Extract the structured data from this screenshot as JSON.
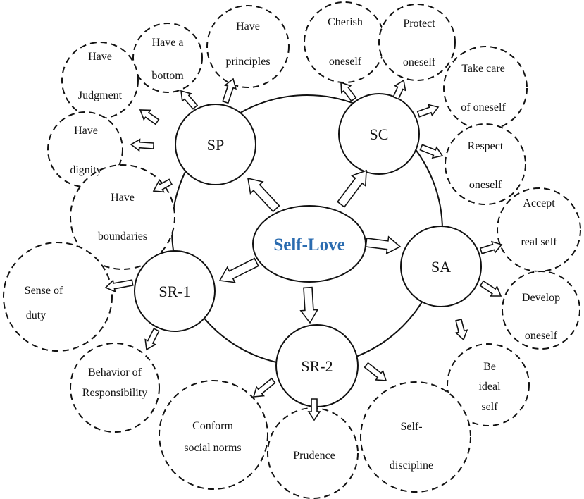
{
  "center": {
    "label": "Self-Love",
    "color": "#2b6cb0"
  },
  "categories": [
    {
      "key": "sp",
      "label": "SP"
    },
    {
      "key": "sc",
      "label": "SC"
    },
    {
      "key": "sa",
      "label": "SA"
    },
    {
      "key": "sr2",
      "label": "SR-2"
    },
    {
      "key": "sr1",
      "label": "SR-1"
    }
  ],
  "leaves": {
    "have_a_bottom": [
      "Have a",
      "bottom"
    ],
    "have_principles": [
      "Have",
      "principles"
    ],
    "have_judgment": [
      "Have",
      "Judgment"
    ],
    "have_dignity": [
      "Have",
      "dignity"
    ],
    "have_boundaries": [
      "Have",
      "boundaries"
    ],
    "cherish_oneself": [
      "Cherish",
      "oneself"
    ],
    "protect_oneself": [
      "Protect",
      "oneself"
    ],
    "take_care": [
      "Take care",
      "of oneself"
    ],
    "respect_oneself": [
      "Respect",
      "oneself"
    ],
    "accept_real_self": [
      "Accept",
      "real self"
    ],
    "develop_oneself": [
      "Develop",
      "oneself"
    ],
    "be_ideal_self": [
      "Be",
      "ideal",
      "self"
    ],
    "self_discipline": [
      "Self-",
      "discipline"
    ],
    "prudence": [
      "Prudence"
    ],
    "conform_norms": [
      "Conform",
      "social norms"
    ],
    "sense_of_duty": [
      "Sense of",
      "duty"
    ],
    "behavior_resp": [
      "Behavior of",
      "Responsibility"
    ]
  }
}
